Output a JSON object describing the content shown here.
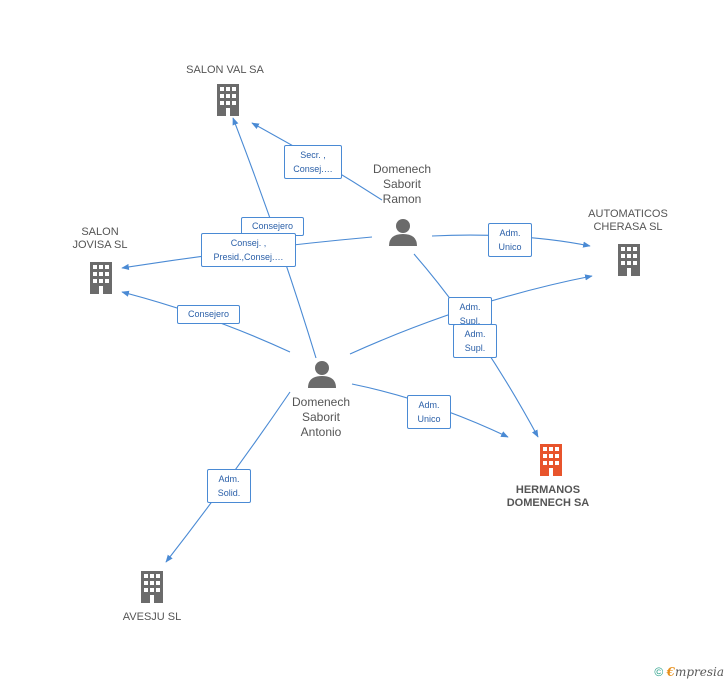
{
  "nodes": {
    "salon_val": "SALON VAL SA",
    "salon_jovisa_1": "SALON",
    "salon_jovisa_2": "JOVISA SL",
    "automaticos_1": "AUTOMATICOS",
    "automaticos_2": "CHERASA SL",
    "ramon_1": "Domenech",
    "ramon_2": "Saborit",
    "ramon_3": "Ramon",
    "antonio_1": "Domenech",
    "antonio_2": "Saborit",
    "antonio_3": "Antonio",
    "hermanos_1": "HERMANOS",
    "hermanos_2": "DOMENECH SA",
    "avesju": "AVESJU SL"
  },
  "edges": {
    "secr_1": "Secr. ,",
    "secr_2": "Consej.…",
    "consejero_top": "Consejero",
    "consej_1": "Consej. ,",
    "consej_2": "Presid.,Consej.…",
    "consejero_left": "Consejero",
    "adm_unico_right_1": "Adm.",
    "adm_unico_right_2": "Unico",
    "adm_supl_a_1": "Adm.",
    "adm_supl_a_2": "Supl.",
    "adm_supl_b_1": "Adm.",
    "adm_supl_b_2": "Supl.",
    "adm_unico_bottom_1": "Adm.",
    "adm_unico_bottom_2": "Unico",
    "adm_solid_1": "Adm.",
    "adm_solid_2": "Solid."
  },
  "colors": {
    "edge": "#4a8ad4",
    "company": "#6b6b6b",
    "main_company": "#e8542c",
    "person": "#6b6b6b"
  },
  "brand": {
    "copyright": "©",
    "e": "€",
    "rest": "mpresia"
  }
}
